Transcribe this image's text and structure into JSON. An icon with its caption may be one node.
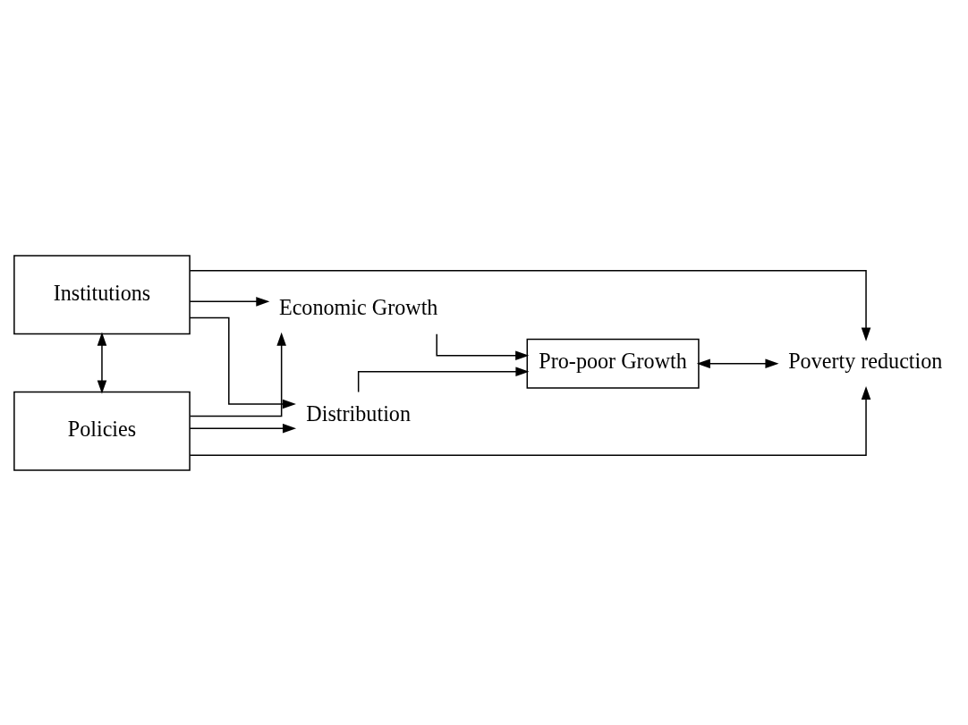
{
  "diagram": {
    "nodes": [
      {
        "text": [
          "Institutions"
        ]
      },
      {
        "text": [
          "Policies"
        ]
      },
      {
        "text": [
          "Economic Growth"
        ]
      },
      {
        "text": [
          "Distribution"
        ]
      },
      {
        "text": [
          "Pro-poor Growth"
        ]
      },
      {
        "text": [
          "Poverty reduction"
        ]
      }
    ],
    "edges": [
      {
        "from": 0,
        "to": 1,
        "arrow": "both"
      },
      {
        "from": 0,
        "to": 2,
        "arrow": "to"
      },
      {
        "from": 0,
        "to": 3,
        "arrow": "to"
      },
      {
        "from": 1,
        "to": 2,
        "arrow": "to"
      },
      {
        "from": 1,
        "to": 3,
        "arrow": "to"
      },
      {
        "from": 2,
        "to": 4,
        "arrow": "to"
      },
      {
        "from": 3,
        "to": 4,
        "arrow": "to"
      },
      {
        "from": 4,
        "to": 5,
        "arrow": "both"
      },
      {
        "from": 0,
        "to": 5,
        "arrow": "to"
      },
      {
        "from": 1,
        "to": 5,
        "arrow": "to"
      }
    ]
  }
}
